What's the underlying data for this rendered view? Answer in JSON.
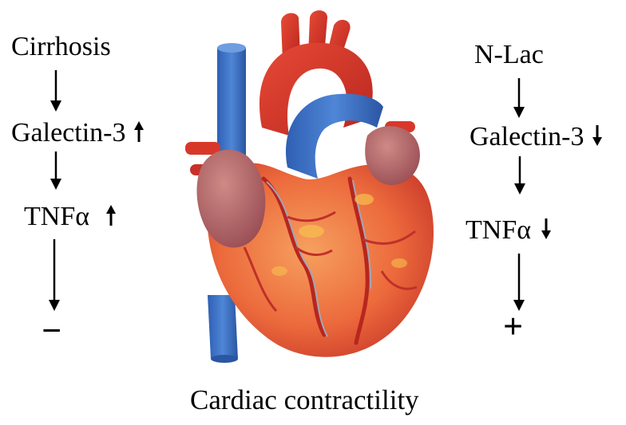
{
  "left_pathway": {
    "step1": "Cirrhosis",
    "step2": "Galectin-3",
    "step2_trend": "up",
    "step3": "TNFα",
    "step3_trend": "up",
    "outcome": "−"
  },
  "right_pathway": {
    "step1": "N-Lac",
    "step2": "Galectin-3",
    "step2_trend": "down",
    "step3": "TNFα",
    "step3_trend": "down",
    "outcome": "+"
  },
  "caption": "Cardiac contractility",
  "colors": {
    "text": "#000000",
    "heart_red": "#e0482c",
    "heart_orange": "#f08a4f",
    "vessel_blue": "#3a6fc4",
    "atrium_mauve": "#b86a6a"
  },
  "illustration": "heart-anatomy"
}
